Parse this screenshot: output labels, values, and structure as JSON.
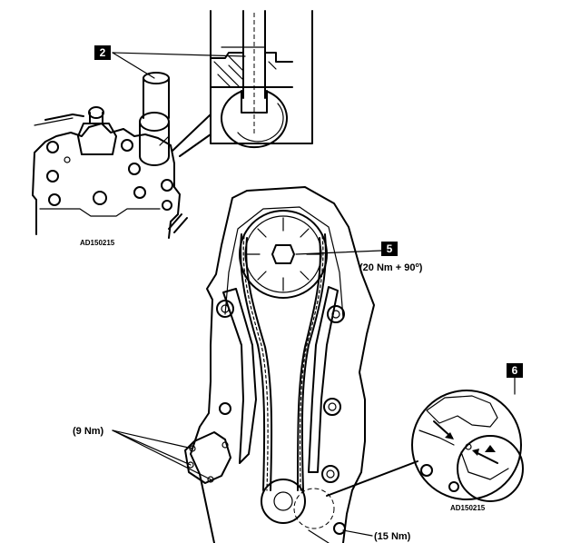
{
  "callouts": {
    "c2": "2",
    "c5": "5",
    "c6": "6"
  },
  "labels": {
    "torque_sprocket": "(20 Nm + 90",
    "torque_sprocket_degree": "o",
    "torque_sprocket_close": ")",
    "torque_tensioner": "(9 Nm)",
    "torque_guide": "(15 Nm)"
  },
  "figure_codes": {
    "main": "AD150215",
    "inset": "AD150215"
  }
}
